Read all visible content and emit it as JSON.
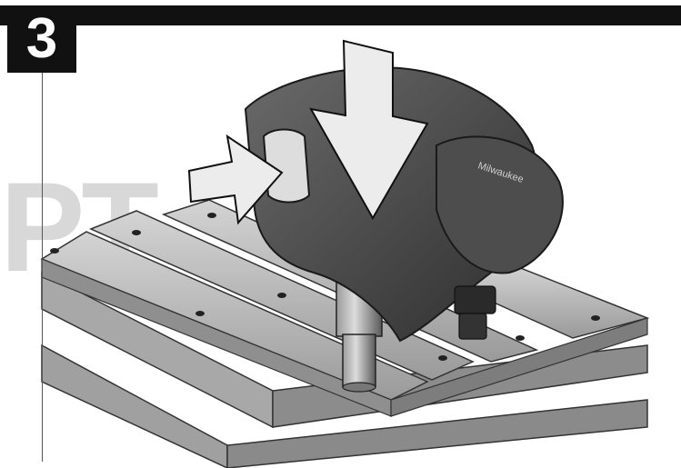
{
  "step": {
    "number": "3"
  },
  "watermark": {
    "text": "PT"
  },
  "tool": {
    "logo_text": "Milwaukee"
  },
  "colors": {
    "bar": "#111111",
    "tool_body": "#4a4a4a",
    "tool_dark": "#2e2e2e",
    "arrow": "#e8e8e8",
    "wood": "#bdbdbd"
  },
  "icons": {
    "press_arrow_down": "arrow-down-icon",
    "press_arrow_right": "arrow-right-icon"
  }
}
